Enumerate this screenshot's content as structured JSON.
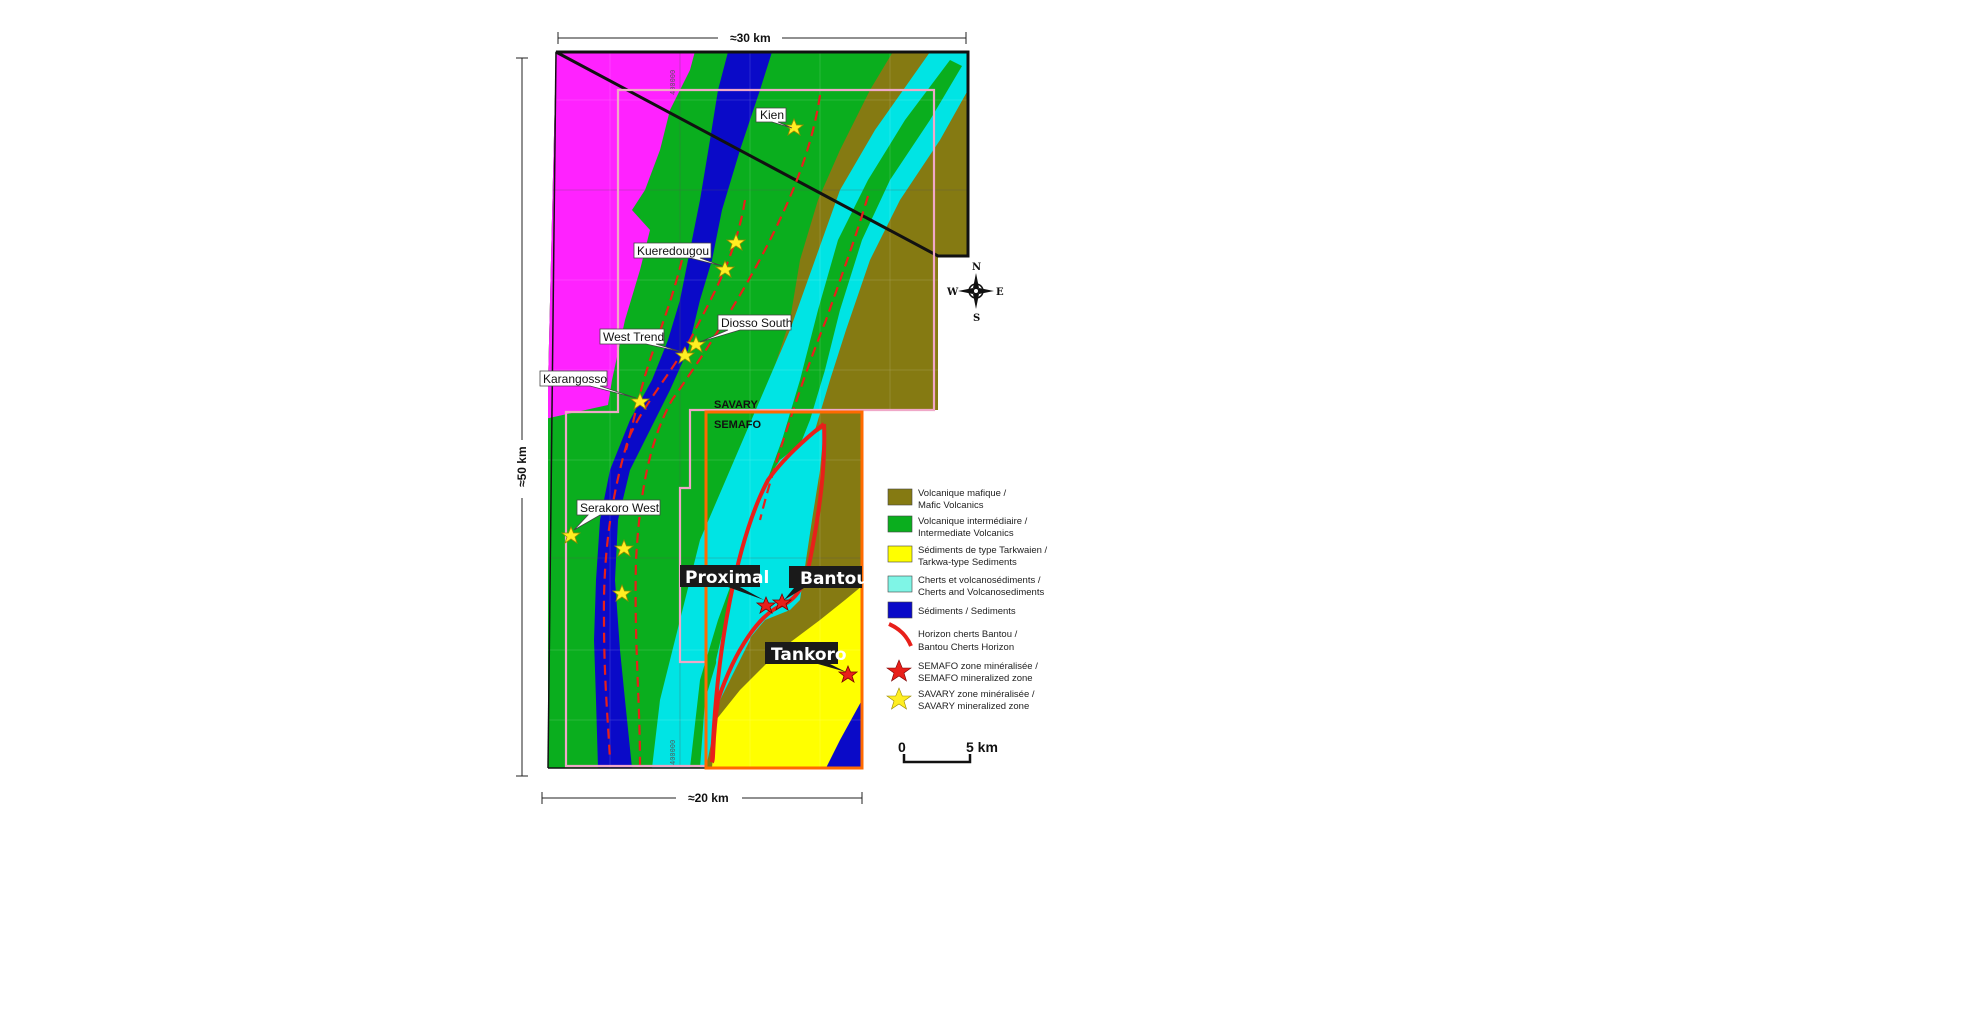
{
  "dimensions": {
    "top": "≈30 km",
    "bottom": "≈20 km",
    "left": "≈50 km"
  },
  "grid_labels": [
    "400000",
    "400000"
  ],
  "permits": {
    "savary": "SAVARY",
    "semafo": "SEMAFO"
  },
  "savary_deposits": {
    "kien": "Kien",
    "kueredougou": "Kueredougou",
    "diosso_south": "Diosso South",
    "west_trend": "West Trend",
    "karangosso": "Karangosso",
    "serakoro_west": "Serakoro West"
  },
  "semafo_deposits": {
    "proximal": "Proximal",
    "bantou": "Bantou",
    "tankoro": "Tankoro"
  },
  "compass": {
    "n": "N",
    "s": "S",
    "e": "E",
    "w": "W"
  },
  "legend": [
    {
      "line1": "Volcanique mafique /",
      "line2": "Mafic Volcanics",
      "color": "#857a12"
    },
    {
      "line1": "Volcanique intermédiaire /",
      "line2": "Intermediate Volcanics",
      "color": "#0aae1e"
    },
    {
      "line1": "Sédiments de type Tarkwaien /",
      "line2": "Tarkwa-type Sediments",
      "color": "#ffff00"
    },
    {
      "line1": "Cherts et volcanosédiments /",
      "line2": "Cherts and Volcanosediments",
      "color": "#00e4e4"
    },
    {
      "line1": "Sédiments / Sediments",
      "line2": "",
      "color": "#0a0ac8"
    },
    {
      "line1": "Horizon cherts Bantou /",
      "line2": "Bantou Cherts Horizon",
      "color": "#e8201a"
    },
    {
      "line1": "SEMAFO zone minéralisée /",
      "line2": "SEMAFO mineralized zone",
      "color": "#e8201a"
    },
    {
      "line1": "SAVARY zone minéralisée /",
      "line2": "SAVARY mineralized zone",
      "color": "#ffee22"
    }
  ],
  "colors": {
    "intrusive": "#ff22ff",
    "mafic": "#857a12",
    "intermediate": "#0aae1e",
    "tarkwa": "#ffff00",
    "cherts": "#00e4e4",
    "sediments": "#0a0ac8",
    "savary_outline": "#f0a8c8",
    "semafo_outline": "#ff6a00",
    "horizon": "#e8201a"
  },
  "scale_bar": {
    "start": "0",
    "end": "5 km"
  }
}
